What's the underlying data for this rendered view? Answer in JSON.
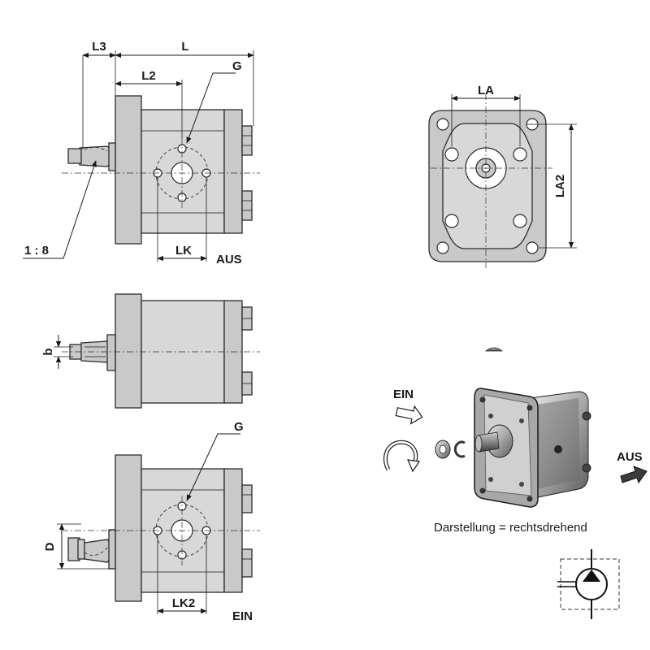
{
  "labels": {
    "L3": "L3",
    "L": "L",
    "L2": "L2",
    "G_top": "G",
    "ratio": "1 : 8",
    "LK": "LK",
    "AUS_left": "AUS",
    "b": "b",
    "G_bottom": "G",
    "D": "D",
    "LK2": "LK2",
    "EIN_bottom": "EIN",
    "LA": "LA",
    "LA2": "LA2",
    "EIN_arrow": "EIN",
    "AUS_arrow": "AUS",
    "caption": "Darstellung = rechtsdrehend"
  },
  "icons": {
    "direction_arrow": "curved-rotation-arrow",
    "hydraulic_symbol": "pump-symbol"
  }
}
